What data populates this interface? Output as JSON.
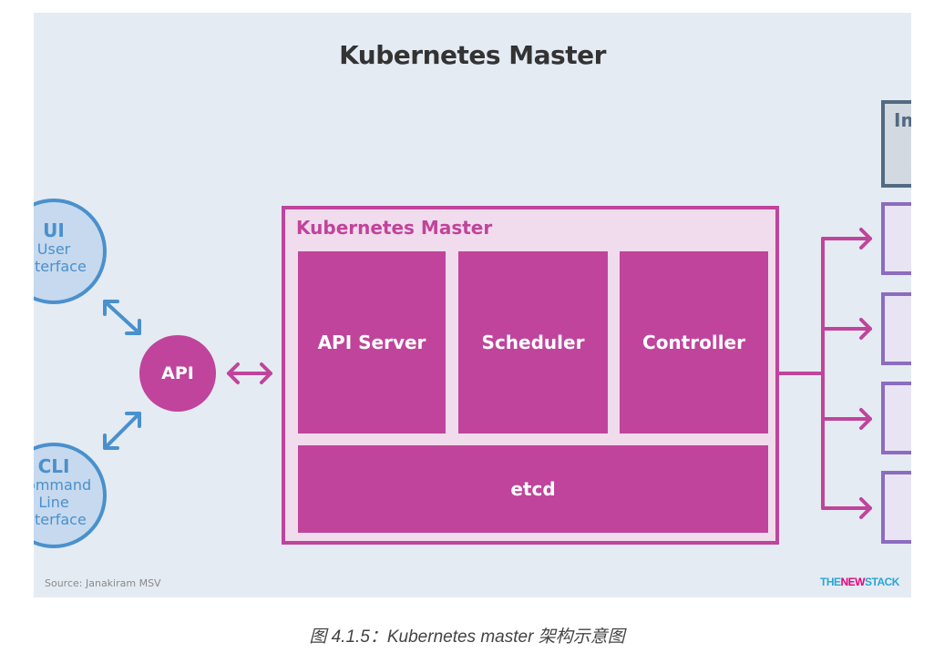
{
  "header": {
    "title": "Kubernetes Master"
  },
  "clients": {
    "ui": {
      "abbr": "UI",
      "line1": "User",
      "line2": "Interface"
    },
    "cli": {
      "abbr": "CLI",
      "line1": "Command",
      "line2": "Line",
      "line3": "Interface"
    }
  },
  "api": {
    "label": "API"
  },
  "master": {
    "label": "Kubernetes Master",
    "components": [
      "API Server",
      "Scheduler",
      "Controller"
    ],
    "store": "etcd"
  },
  "infra": {
    "label": "Image Registry"
  },
  "footer": {
    "source": "Source: Janakiram MSV",
    "brand_a": "THE",
    "brand_b": "NEW",
    "brand_c": "STACK"
  },
  "caption": "图 4.1.5：Kubernetes master 架构示意图",
  "colors": {
    "panel": "#e4ebf3",
    "magenta": "#c0449b",
    "client_blue": "#4a90cc",
    "node_purple": "#8c6cbf"
  }
}
